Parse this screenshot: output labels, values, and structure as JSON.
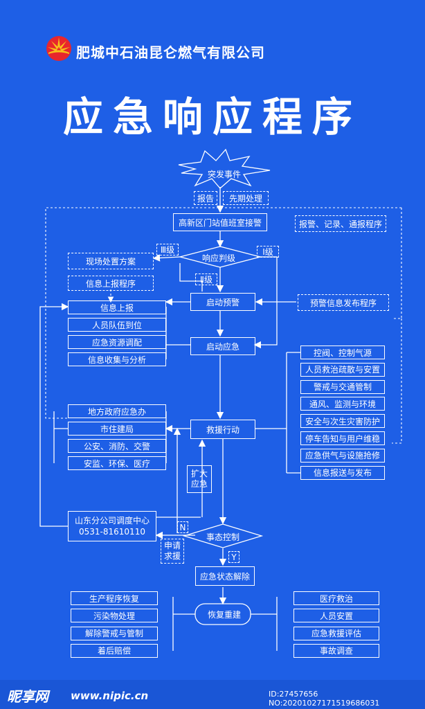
{
  "header": {
    "company": "肥城中石油昆仑燃气有限公司",
    "title": "应急响应程序",
    "logo_colors": {
      "red": "#e8262c",
      "yellow": "#f7c21b"
    }
  },
  "flow": {
    "start_event": "突发事件",
    "report": "报告",
    "first_handling": "先期处理",
    "receive_alarm": "高新区门站值班室接警",
    "alarm_record": "报警、记录、通报程序",
    "response_judge": "响应判级",
    "level_3": "Ⅲ级",
    "level_2": "Ⅱ级",
    "level_1": "Ⅰ级",
    "onsite_plan": "现场处置方案",
    "info_report_procedure": "信息上报程序",
    "start_warning": "启动预警",
    "warning_release": "预警信息发布程序",
    "start_emergency": "启动应急",
    "rescue_action": "救援行动",
    "expand_response": "扩大\n应急",
    "situation_control": "事态控制",
    "n_label": "N",
    "y_label": "Y",
    "request_help": "申请\n求援",
    "release_state": "应急状态解除",
    "recovery": "恢复重建",
    "dispatch_center_name": "山东分公司调度中心",
    "dispatch_center_phone": "0531-81610110"
  },
  "left_info_items": [
    "信息上报",
    "人员队伍到位",
    "应急资源调配",
    "信息收集与分析"
  ],
  "left_agency_items": [
    "地方政府应急办",
    "市住建局",
    "公安、消防、交警",
    "安监、环保、医疗"
  ],
  "right_action_items": [
    "控阀、控制气源",
    "人员救治疏散与安置",
    "警戒与交通管制",
    "通风、监测与环境",
    "安全与次生灾害防护",
    "停车告知与用户维稳",
    "应急供气与设施抢修",
    "信息报送与发布"
  ],
  "left_recovery_items": [
    "生产程序恢复",
    "污染物处理",
    "解除警戒与管制",
    "着后赔偿"
  ],
  "right_recovery_items": [
    "医疗救治",
    "人员安置",
    "应急救援评估",
    "事故调查"
  ],
  "watermark": {
    "logo_text": "昵享网",
    "url": "www.nipic.cn",
    "id_text": "ID:27457656 NO:20201027171519686031"
  }
}
